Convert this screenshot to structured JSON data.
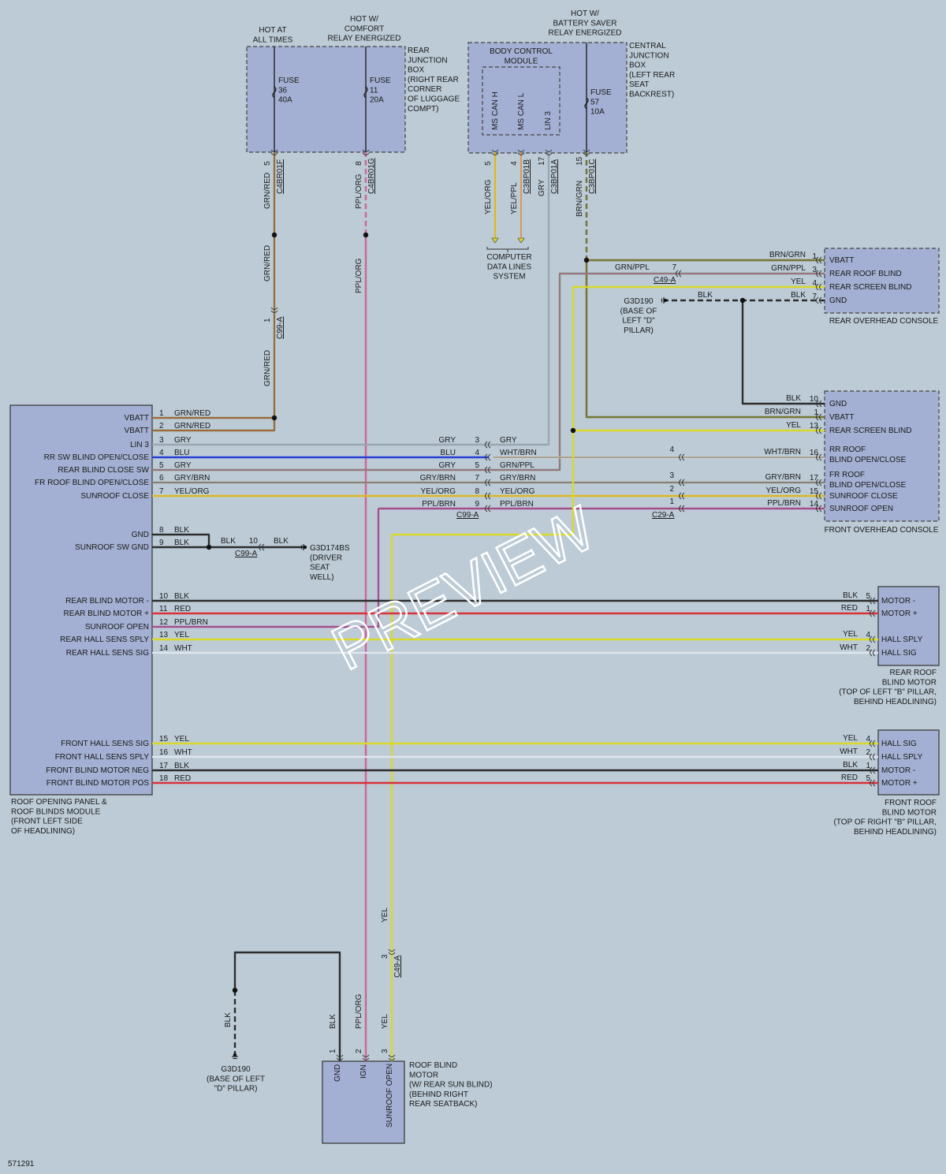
{
  "diagram_id": "571291",
  "watermark": "PREVIEW",
  "colors": {
    "GRN": "#6f9a3f",
    "PPL": "#c64bd4",
    "YEL": "#d9d92a",
    "BRN": "#7a5a2a",
    "GRY": "#9aa7b3",
    "BLK": "#2d2d2d",
    "BLU": "#2741d6",
    "RED": "#d9303a",
    "WHT": "#dfe6ee",
    "ORG": "#e38a2d"
  },
  "top_labels": {
    "hot_at_all_times": [
      "HOT AT",
      "ALL TIMES"
    ],
    "hot_comfort": [
      "HOT W/",
      "COMFORT",
      "RELAY ENERGIZED"
    ],
    "hot_battery_saver": [
      "HOT W/",
      "BATTERY SAVER",
      "RELAY ENERGIZED"
    ]
  },
  "rear_junction_box": {
    "caption": [
      "REAR",
      "JUNCTION",
      "BOX",
      "(RIGHT REAR",
      "CORNER",
      "OF LUGGAGE",
      "COMPT)"
    ],
    "fuse_36": [
      "FUSE",
      "36",
      "40A"
    ],
    "fuse_11": [
      "FUSE",
      "11",
      "20A"
    ]
  },
  "central_junction_box": {
    "caption": [
      "CENTRAL",
      "JUNCTION",
      "BOX",
      "(LEFT REAR",
      "SEAT",
      "BACKREST)"
    ],
    "bcm_title": [
      "BODY CONTROL",
      "MODULE"
    ],
    "bcm_pins": [
      "MS CAN H",
      "MS CAN L",
      "LIN 3"
    ],
    "fuse_57": [
      "FUSE",
      "57",
      "10A"
    ]
  },
  "top_wires": [
    {
      "pin": "5",
      "connector": "C4BR01F",
      "color": "GRN/RED"
    },
    {
      "pin": "8",
      "connector": "C4BR01G",
      "color": "PPL/ORG"
    },
    {
      "pin": "5",
      "connector": "",
      "color": "YEL/ORG"
    },
    {
      "pin": "4",
      "connector": "C3BP01B",
      "color": "YEL/PPL"
    },
    {
      "pin": "17",
      "connector": "C3BP01A",
      "color": "GRY"
    },
    {
      "pin": "15",
      "connector": "C3BP01C",
      "color": "BRN/GRN"
    }
  ],
  "mid_labels": {
    "grn_red_a": "GRN/RED",
    "grn_red_b": "GRN/RED",
    "ppl_org": "PPL/ORG",
    "c99a_pin": "1",
    "c99a": "C99-A",
    "computer_data_lines": [
      "COMPUTER",
      "DATA LINES",
      "SYSTEM"
    ]
  },
  "rear_overhead_console": {
    "caption": "REAR OVERHEAD CONSOLE",
    "pins": [
      {
        "label": "VBATT",
        "pin": "1",
        "wire": "BRN/GRN"
      },
      {
        "label": "REAR ROOF BLIND",
        "pin": "3",
        "wire": "GRN/PPL"
      },
      {
        "label": "REAR SCREEN BLIND",
        "pin": "4",
        "wire": "YEL"
      },
      {
        "label": "GND",
        "pin": "7",
        "wire": "BLK"
      }
    ],
    "c49a_wire": "GRN/PPL",
    "c49a_pin": "7",
    "c49a": "C49-A",
    "ground_blk": "BLK",
    "g3d190": [
      "G3D190",
      "(BASE OF",
      "LEFT \"D\"",
      "PILLAR)"
    ]
  },
  "front_overhead_console": {
    "caption": "FRONT OVERHEAD CONSOLE",
    "pins": [
      {
        "label": "GND",
        "pin": "10",
        "wire": "BLK"
      },
      {
        "label": "VBATT",
        "pin": "1",
        "wire": "BRN/GRN"
      },
      {
        "label": "REAR SCREEN BLIND",
        "pin": "13",
        "wire": "YEL"
      },
      {
        "label": "RR ROOF",
        "label2": "BLIND OPEN/CLOSE",
        "pin": "16",
        "wire": "WHT/BRN"
      },
      {
        "label": "FR ROOF",
        "label2": "BLIND OPEN/CLOSE",
        "pin": "17",
        "wire": "GRY/BRN"
      },
      {
        "label": "SUNROOF CLOSE",
        "pin": "15",
        "wire": "YEL/ORG"
      },
      {
        "label": "SUNROOF OPEN",
        "pin": "14",
        "wire": "PPL/BRN"
      }
    ],
    "c29a_pins": [
      "4",
      "3",
      "2",
      "1"
    ],
    "c29a": "C29-A"
  },
  "roof_module": {
    "caption": [
      "ROOF OPENING PANEL &",
      "ROOF BLINDS MODULE",
      "(FRONT LEFT SIDE",
      "OF HEADLINING)"
    ],
    "pins": [
      {
        "label": "VBATT",
        "pin": "1",
        "wire": "GRN/RED"
      },
      {
        "label": "VBATT",
        "pin": "2",
        "wire": "GRN/RED"
      },
      {
        "label": "LIN 3",
        "pin": "3",
        "wire": "GRY"
      },
      {
        "label": "RR SW BLIND OPEN/CLOSE",
        "pin": "4",
        "wire": "BLU"
      },
      {
        "label": "REAR BLIND CLOSE SW",
        "pin": "5",
        "wire": "GRY"
      },
      {
        "label": "FR ROOF BLIND OPEN/CLOSE",
        "pin": "6",
        "wire": "GRY/BRN"
      },
      {
        "label": "SUNROOF CLOSE",
        "pin": "7",
        "wire": "YEL/ORG"
      },
      {
        "label": "GND",
        "pin": "8",
        "wire": "BLK"
      },
      {
        "label": "SUNROOF SW GND",
        "pin": "9",
        "wire": "BLK"
      },
      {
        "label": "REAR BLIND MOTOR -",
        "pin": "10",
        "wire": "BLK"
      },
      {
        "label": "REAR BLIND MOTOR +",
        "pin": "11",
        "wire": "RED"
      },
      {
        "label": "SUNROOF OPEN",
        "pin": "12",
        "wire": "PPL/BRN"
      },
      {
        "label": "REAR HALL SENS SPLY",
        "pin": "13",
        "wire": "YEL"
      },
      {
        "label": "REAR HALL SENS SIG",
        "pin": "14",
        "wire": "WHT"
      },
      {
        "label": "FRONT HALL SENS SIG",
        "pin": "15",
        "wire": "YEL"
      },
      {
        "label": "FRONT HALL SENS SPLY",
        "pin": "16",
        "wire": "WHT"
      },
      {
        "label": "FRONT BLIND MOTOR NEG",
        "pin": "17",
        "wire": "BLK"
      },
      {
        "label": "FRONT BLIND MOTOR POS",
        "pin": "18",
        "wire": "RED"
      }
    ]
  },
  "c99a_block": {
    "rows": [
      {
        "left": "GRY",
        "pin": "3",
        "right": "GRY"
      },
      {
        "left": "BLU",
        "pin": "4",
        "right": "WHT/BRN"
      },
      {
        "left": "GRY",
        "pin": "5",
        "right": "GRN/PPL"
      },
      {
        "left": "GRY/BRN",
        "pin": "7",
        "right": "GRY/BRN"
      },
      {
        "left": "YEL/ORG",
        "pin": "8",
        "right": "YEL/ORG"
      },
      {
        "left": "PPL/BRN",
        "pin": "9",
        "right": "PPL/BRN"
      }
    ],
    "connector": "C99-A"
  },
  "sunroof_ground": {
    "blk_left": "BLK",
    "pin": "10",
    "blk_right": "BLK",
    "connector": "C99-A",
    "g3d174bs": [
      "G3D174BS",
      "(DRIVER",
      "SEAT",
      "WELL)"
    ]
  },
  "rear_roof_blind_motor": {
    "caption": [
      "REAR ROOF",
      "BLIND MOTOR",
      "(TOP OF LEFT \"B\" PILLAR,",
      "BEHIND HEADLINING)"
    ],
    "pins": [
      {
        "label": "MOTOR -",
        "pin": "5",
        "wire": "BLK"
      },
      {
        "label": "MOTOR +",
        "pin": "1",
        "wire": "RED"
      },
      {
        "label": "HALL SPLY",
        "pin": "4",
        "wire": "YEL"
      },
      {
        "label": "HALL SIG",
        "pin": "2",
        "wire": "WHT"
      }
    ]
  },
  "front_roof_blind_motor": {
    "caption": [
      "FRONT ROOF",
      "BLIND MOTOR",
      "(TOP OF RIGHT \"B\" PILLAR,",
      "BEHIND HEADLINING)"
    ],
    "pins": [
      {
        "label": "HALL SIG",
        "pin": "4",
        "wire": "YEL"
      },
      {
        "label": "HALL SPLY",
        "pin": "2",
        "wire": "WHT"
      },
      {
        "label": "MOTOR -",
        "pin": "1",
        "wire": "BLK"
      },
      {
        "label": "MOTOR +",
        "pin": "5",
        "wire": "RED"
      }
    ]
  },
  "roof_blind_motor": {
    "caption": [
      "ROOF BLIND",
      "MOTOR",
      "(W/ REAR SUN BLIND)",
      "(BEHIND RIGHT",
      "REAR SEATBACK)"
    ],
    "pins": [
      {
        "label": "GND",
        "pin": "1",
        "wire": "BLK"
      },
      {
        "label": "IGN",
        "pin": "2",
        "wire": "PPL/ORG"
      },
      {
        "label": "SUNROOF OPEN",
        "pin": "3",
        "wire": "YEL"
      }
    ],
    "yel_upper": "YEL",
    "c49a_pin": "3",
    "c49a": "C49-A",
    "ground_blk": "BLK",
    "g3d190": [
      "G3D190",
      "(BASE OF LEFT",
      "\"D\" PILLAR)"
    ]
  }
}
